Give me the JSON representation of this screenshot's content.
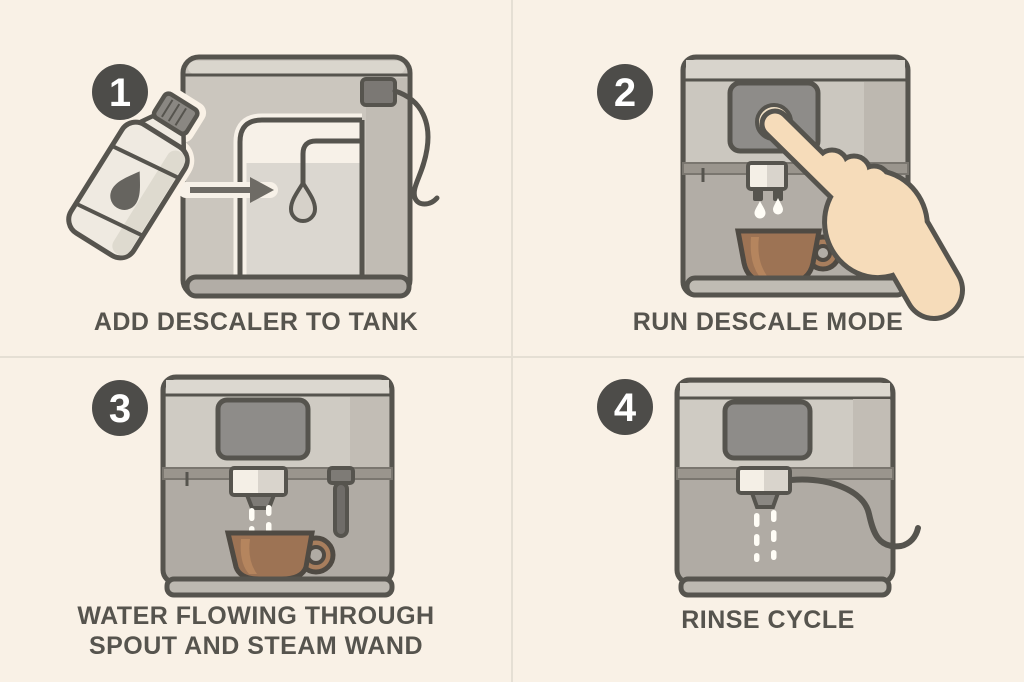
{
  "figure": {
    "panel_count": 4,
    "colors": {
      "background": "#f9f1e6",
      "divider": "#e5dfd4",
      "outline": "#56544e",
      "badge_fill": "#4d4c49",
      "badge_number": "#ffffff",
      "caption_text": "#56544e",
      "machine_body": "#b0aba4",
      "machine_body_light": "#cbc6be",
      "machine_top_section": "#cfcbc3",
      "machine_band": "#9a958d",
      "screen_panel": "#8e8c89",
      "tank_water": "#dbd7d0",
      "tank_empty": "#f7f1e8",
      "cup_brown": "#9d7354",
      "cup_highlight": "#b5855e",
      "hand_skin": "#f6dcba",
      "water_drop": "#fffdf6",
      "bottle_fill": "#efeae1",
      "cap_gray": "#8a8782"
    }
  },
  "steps": [
    {
      "number": "1",
      "label": "ADD DESCALER TO TANK",
      "lines": [
        "ADD DESCALER TO TANK"
      ],
      "icon": "descaler-bottle-poured-into-water-tank"
    },
    {
      "number": "2",
      "label": "RUN DESCALE MODE",
      "lines": [
        "RUN DESCALE MODE"
      ],
      "icon": "hand-pressing-descale-button"
    },
    {
      "number": "3",
      "label": "WATER FLOWING THROUGH SPOUT AND STEAM WAND",
      "lines": [
        "WATER FLOWING THROUGH",
        "SPOUT AND STEAM WAND"
      ],
      "icon": "water-flowing-through-spout-and-steam-wand"
    },
    {
      "number": "4",
      "label": "RINSE CYCLE",
      "lines": [
        "RINSE CYCLE"
      ],
      "icon": "rinse-cycle-water-flow-with-cord"
    }
  ]
}
